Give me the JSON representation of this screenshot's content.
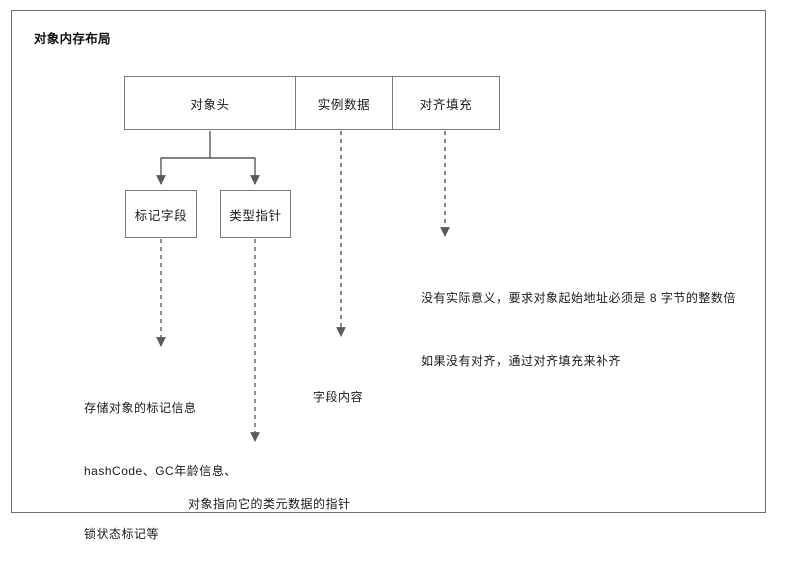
{
  "diagram": {
    "title": "对象内存布局",
    "boxes": {
      "object_header": "对象头",
      "instance_data": "实例数据",
      "alignment_padding": "对齐填充",
      "mark_field": "标记字段",
      "type_pointer": "类型指针"
    },
    "annotations": {
      "mark_field": {
        "line1": "存储对象的标记信息",
        "line2": "hashCode、GC年龄信息、",
        "line3": "锁状态标记等"
      },
      "type_pointer": {
        "line1": "对象指向它的类元数据的指针"
      },
      "instance_data": {
        "line1": "字段内容"
      },
      "alignment_padding": {
        "line1": "没有实际意义，要求对象起始地址必须是 8 字节的整数倍",
        "line2": "如果没有对齐，通过对齐填充来补齐"
      }
    },
    "colors": {
      "frame_border": "#6e6e6e",
      "box_border": "#7a7a7a",
      "connector": "#5a5a5a",
      "text": "#1a1a1a",
      "background": "#ffffff"
    }
  }
}
